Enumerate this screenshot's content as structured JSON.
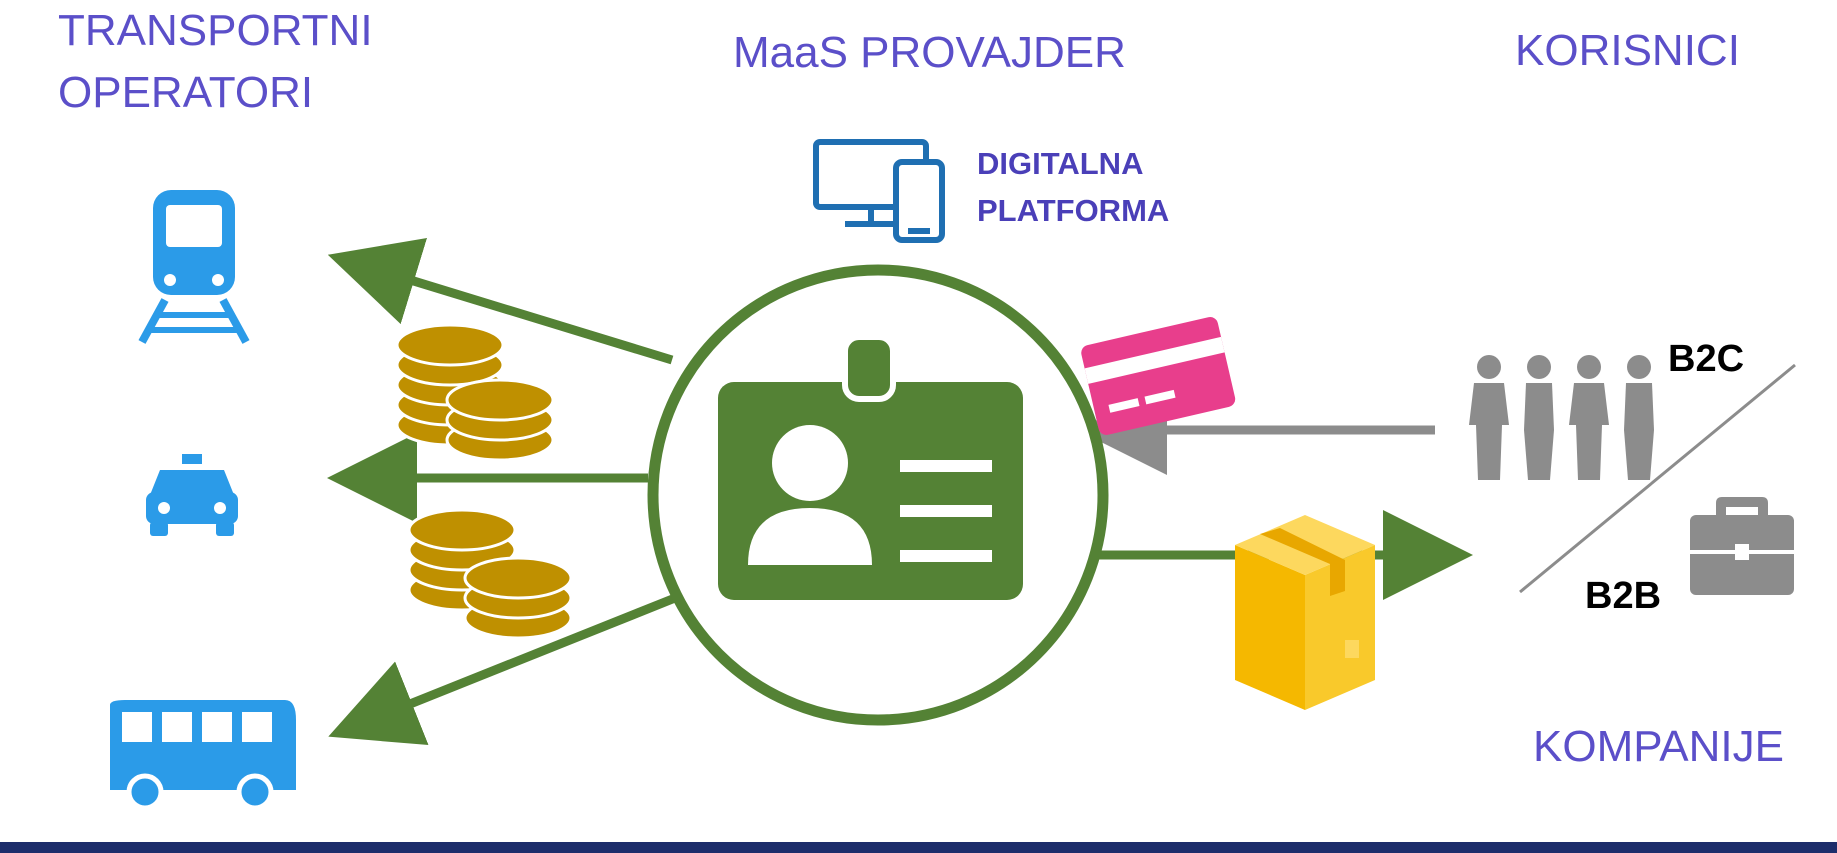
{
  "columns": {
    "operators_line1": "TRANSPORTNI",
    "operators_line2": "OPERATORI",
    "provider": "MaaS PROVAJDER",
    "users": "KORISNICI",
    "companies": "KOMPANIJE"
  },
  "platform": {
    "line1": "DIGITALNA",
    "line2": "PLATFORMA",
    "icon": "computer-and-phone-icon"
  },
  "segments": {
    "b2c": "B2C",
    "b2b": "B2B"
  },
  "icons": {
    "operators": [
      "train-icon",
      "taxi-icon",
      "bus-icon"
    ],
    "payments": [
      "coins-icon",
      "coins-icon"
    ],
    "center": "id-badge-icon",
    "card": "credit-card-icon",
    "package": "package-box-icon",
    "people": "people-group-icon",
    "business": "briefcase-icon"
  },
  "colors": {
    "label_text": "#5b4fc9",
    "transport_blue": "#2b9be8",
    "platform_blue": "#1f6fb2",
    "hub_green": "#548235",
    "coin_gold": "#bf9000",
    "card_pink": "#e83e8c",
    "box_yellow": "#f5b800",
    "people_gray": "#8c8c8c",
    "bottom_bar": "#1d2d6b"
  }
}
